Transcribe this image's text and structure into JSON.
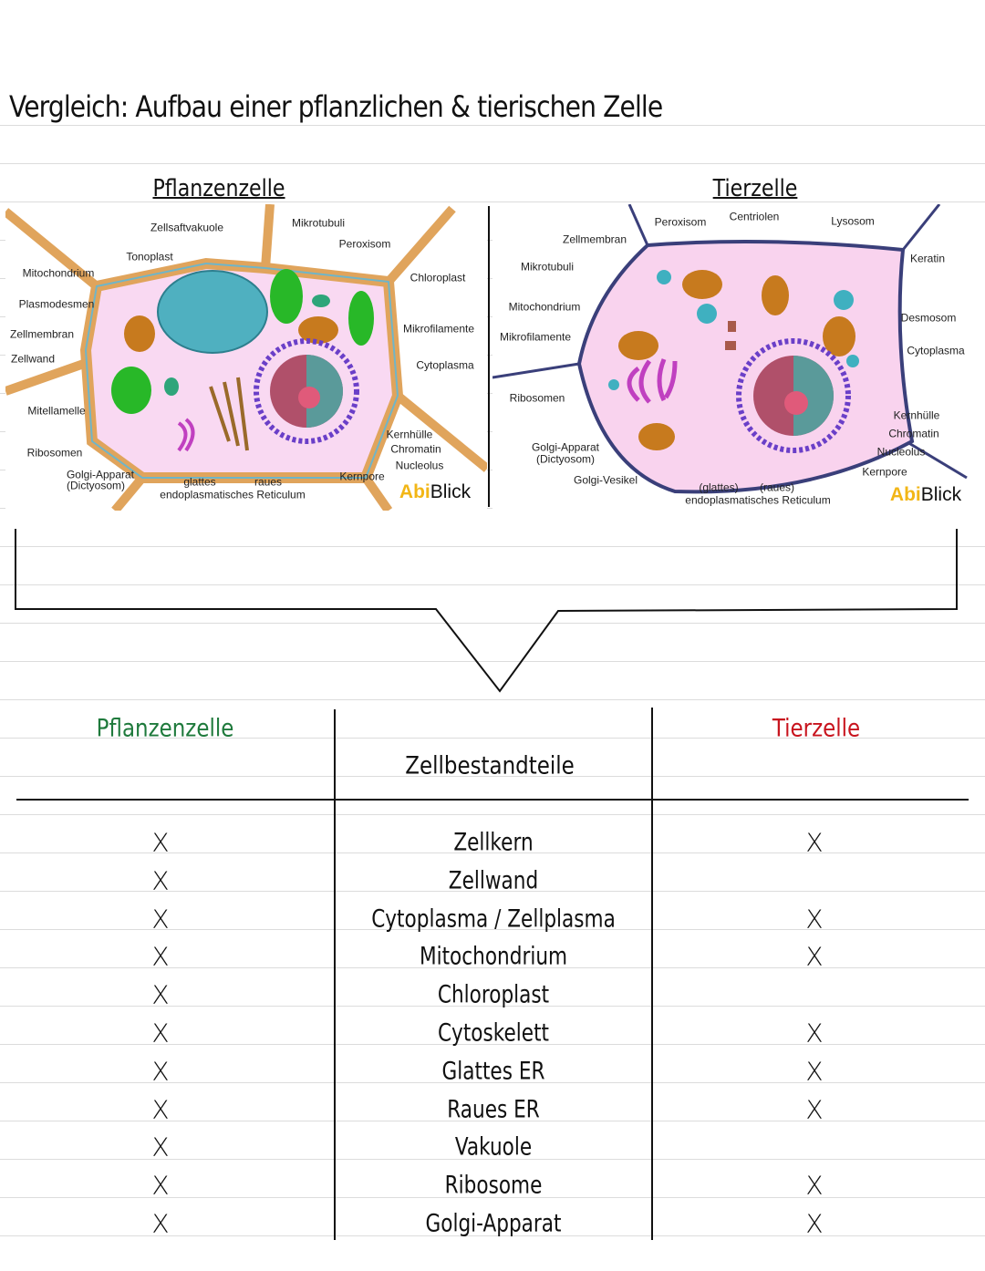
{
  "title": "Vergleich: Aufbau einer pflanzlichen & tierischen Zelle",
  "plant_diagram": {
    "heading": "Pflanzenzelle",
    "labels": [
      "Zellsaftvakuole",
      "Mikrotubuli",
      "Tonoplast",
      "Peroxisom",
      "Mitochondrium",
      "Chloroplast",
      "Plasmodesmen",
      "Mikrofilamente",
      "Zellmembran",
      "Zellwand",
      "Cytoplasma",
      "Mitellamelle",
      "Kernhülle",
      "Chromatin",
      "Ribosomen",
      "Nucleolus",
      "Golgi-Apparat",
      "(Dictyosom)",
      "Kernpore",
      "glattes",
      "raues",
      "endoplasmatisches Reticulum"
    ],
    "logo": {
      "a": "Abi",
      "b": "Blick"
    }
  },
  "animal_diagram": {
    "heading": "Tierzelle",
    "labels": [
      "Peroxisom",
      "Centriolen",
      "Lysosom",
      "Zellmembran",
      "Keratin",
      "Mikrotubuli",
      "Mitochondrium",
      "Desmosom",
      "Mikrofilamente",
      "Cytoplasma",
      "Ribosomen",
      "Kernhülle",
      "Chromatin",
      "Nucleolus",
      "Golgi-Apparat",
      "(Dictyosom)",
      "Kernpore",
      "Golgi-Vesikel",
      "(glattes)",
      "(raues)",
      "endoplasmatisches Reticulum"
    ],
    "logo": {
      "a": "Abi",
      "b": "Blick"
    }
  },
  "table": {
    "headers": {
      "plant": "Pflanzenzelle",
      "middle": "Zellbestandteile",
      "animal": "Tierzelle"
    },
    "colors": {
      "plant": "#1f7a3c",
      "animal": "#c8141e"
    },
    "rows": [
      {
        "name": "Zellkern",
        "plant": "X",
        "animal": "X"
      },
      {
        "name": "Zellwand",
        "plant": "X",
        "animal": ""
      },
      {
        "name": "Cytoplasma / Zellplasma",
        "plant": "X",
        "animal": "X"
      },
      {
        "name": "Mitochondrium",
        "plant": "X",
        "animal": "X"
      },
      {
        "name": "Chloroplast",
        "plant": "X",
        "animal": ""
      },
      {
        "name": "Cytoskelett",
        "plant": "X",
        "animal": "X"
      },
      {
        "name": "Glattes ER",
        "plant": "X",
        "animal": "X"
      },
      {
        "name": "Raues ER",
        "plant": "X",
        "animal": "X"
      },
      {
        "name": "Vakuole",
        "plant": "X",
        "animal": ""
      },
      {
        "name": "Ribosome",
        "plant": "X",
        "animal": "X"
      },
      {
        "name": "Golgi-Apparat",
        "plant": "X",
        "animal": "X"
      }
    ]
  }
}
